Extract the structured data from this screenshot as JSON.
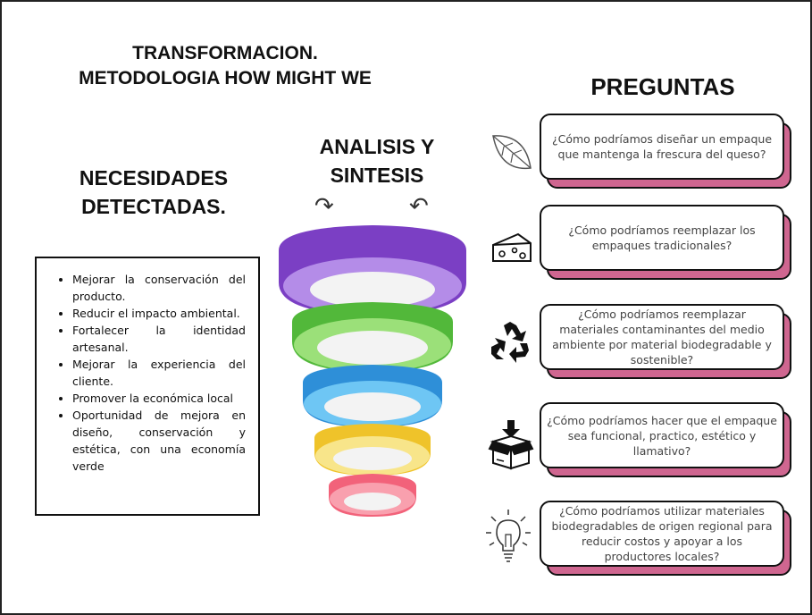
{
  "title": {
    "line1": "TRANSFORMACION.",
    "line2": "METODOLOGIA HOW MIGHT WE"
  },
  "needs": {
    "heading_line1": "NECESIDADES",
    "heading_line2": "DETECTADAS.",
    "items": [
      "Mejorar la conservación del producto.",
      "Reducir el impacto ambiental.",
      "Fortalecer la identidad artesanal.",
      "Mejorar la experiencia del cliente.",
      "Promover la económica local",
      "Oportunidad de mejora en diseño, conservación y estética, con una economía verde"
    ]
  },
  "analysis": {
    "heading_line1": "ANALISIS Y",
    "heading_line2": "SINTESIS",
    "funnel_colors": [
      "#7b3fc4",
      "#52b83a",
      "#2e8fd8",
      "#efc32a",
      "#f2627a"
    ]
  },
  "questions": {
    "heading": "PREGUNTAS",
    "accent_color": "#cf6690",
    "items": [
      {
        "text": "¿Cómo podríamos diseñar un empaque que mantenga la frescura del queso?",
        "icon": "leaf-icon"
      },
      {
        "text": "¿Cómo podríamos reemplazar los empaques tradicionales?",
        "icon": "cheese-icon"
      },
      {
        "text": "¿Cómo podríamos reemplazar materiales contaminantes del medio ambiente por material biodegradable y sostenible?",
        "icon": "recycle-icon"
      },
      {
        "text": "¿Cómo podríamos hacer que el empaque sea funcional, practico, estético y llamativo?",
        "icon": "box-icon"
      },
      {
        "text": "¿Cómo podríamos utilizar materiales biodegradables de origen regional para reducir costos y apoyar a los productores locales?",
        "icon": "lightbulb-icon"
      }
    ]
  }
}
